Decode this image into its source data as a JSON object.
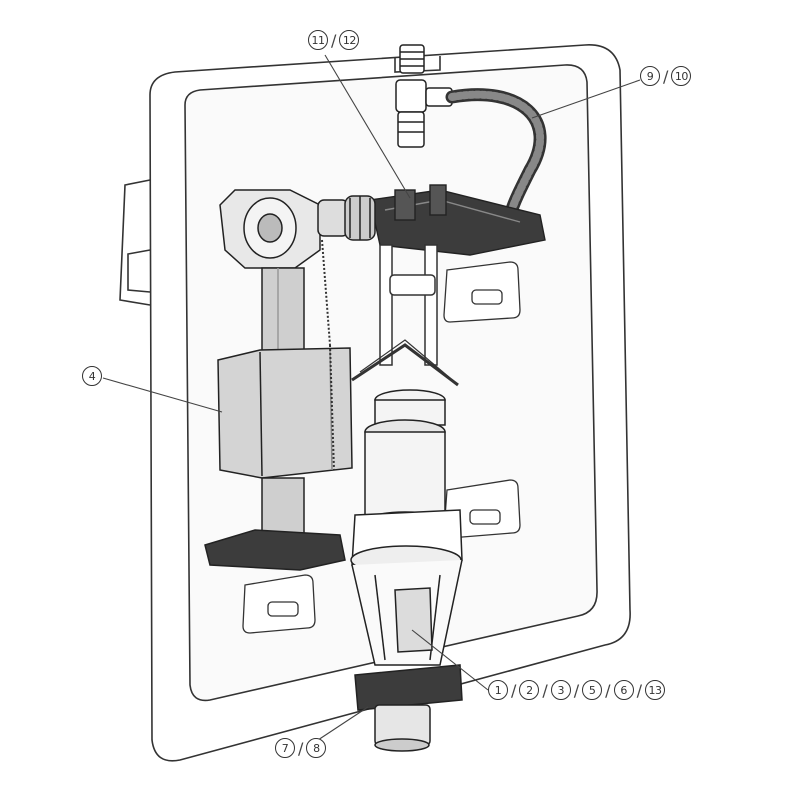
{
  "callouts": {
    "c_11_12": [
      "11",
      "12"
    ],
    "c_9_10": [
      "9",
      "10"
    ],
    "c_4": [
      "4"
    ],
    "c_bottom": [
      "1",
      "2",
      "3",
      "5",
      "6",
      "13"
    ],
    "c_7_8": [
      "7",
      "8"
    ]
  },
  "colors": {
    "outline": "#2a2a2a",
    "light_fill": "#f4f4f4",
    "mid_fill": "#cfcfcf",
    "dark_fill": "#3c3c3c"
  }
}
